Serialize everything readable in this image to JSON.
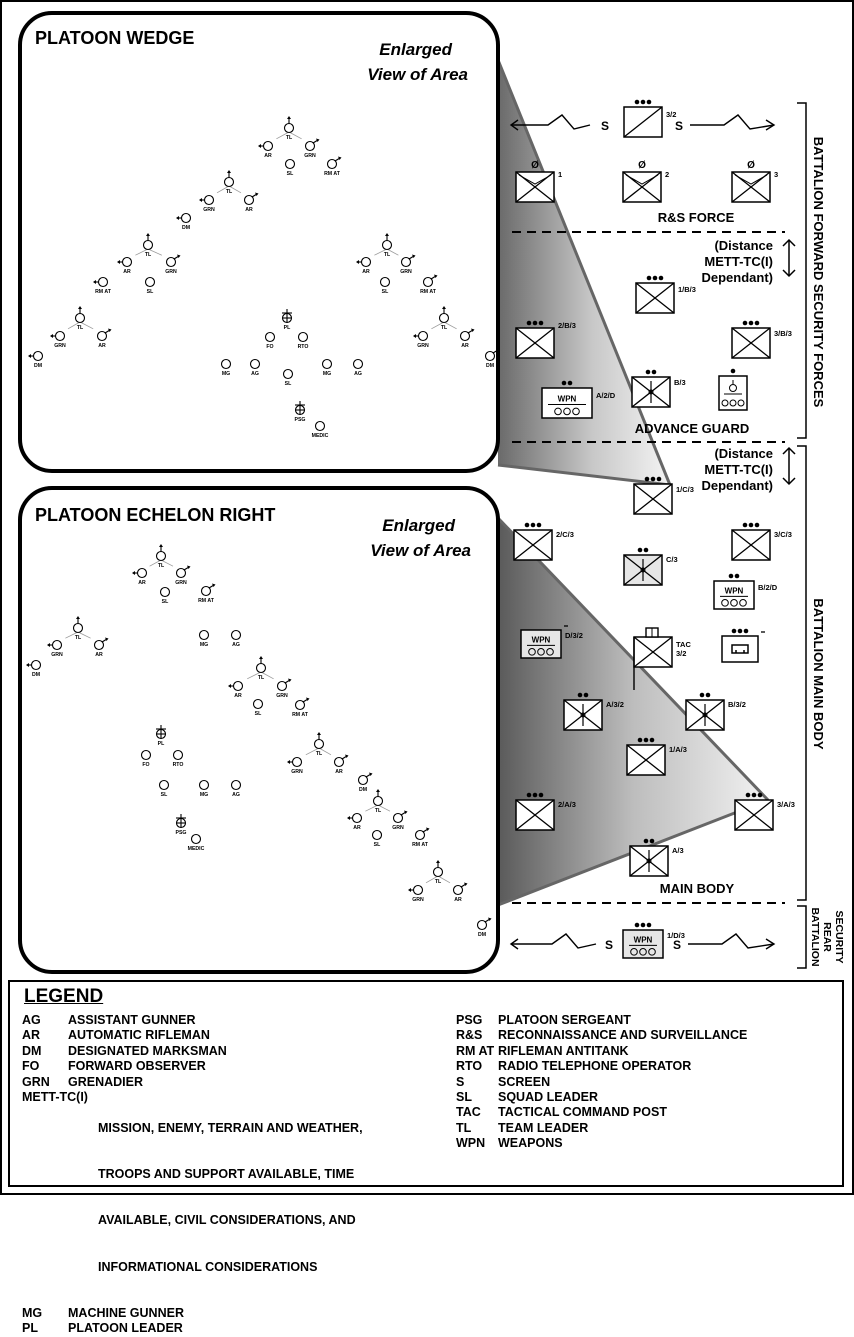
{
  "wedge_panel": {
    "title": "PLATOON WEDGE",
    "enlarged_line1": "Enlarged",
    "enlarged_line2": "View of Area",
    "soldiers": {
      "tl": "TL",
      "grn": "GRN",
      "ar": "AR",
      "sl": "SL",
      "rmat": "RM AT",
      "dm": "DM",
      "pl": "PL",
      "fo": "FO",
      "rto": "RTO",
      "mg": "MG",
      "ag": "AG",
      "psg": "PSG",
      "medic": "MEDIC"
    }
  },
  "echelon_panel": {
    "title": "PLATOON ECHELON RIGHT",
    "enlarged_line1": "Enlarged",
    "enlarged_line2": "View of Area"
  },
  "units": {
    "top_screen": "3/2",
    "screen_s": "S",
    "rs1": "1",
    "rs2": "2",
    "rs3": "3",
    "rs_force": "R&S FORCE",
    "b1": "1/B/3",
    "b2": "2/B/3",
    "b3": "3/B/3",
    "a2d": "A/2/D",
    "b_co": "B/3",
    "wpn": "WPN",
    "null_echelon": "Ø",
    "advance_guard": "ADVANCE GUARD",
    "c1": "1/C/3",
    "c2": "2/C/3",
    "c_co": "C/3",
    "c3": "3/C/3",
    "b2d": "B/2/D",
    "d32": "D/3/2",
    "tac": "TAC",
    "tac_sub": "3/2",
    "a32": "A/3/2",
    "b32": "B/3/2",
    "a1": "1/A/3",
    "a2": "2/A/3",
    "a3": "3/A/3",
    "a_co": "A/3",
    "main_body": "MAIN BODY",
    "rear_unit": "1/D/3"
  },
  "distance_note": {
    "line1": "(Distance",
    "line2": "METT-TC(I)",
    "line3": "Dependant)"
  },
  "side_labels": {
    "forward": "BATTALION FORWARD SECURITY FORCES",
    "main": "BATTALION MAIN BODY",
    "rear1": "BATTALION",
    "rear2": "REAR",
    "rear3": "SECURITY"
  },
  "legend": {
    "title": "LEGEND",
    "left": [
      {
        "abbr": "AG",
        "def": "ASSISTANT GUNNER"
      },
      {
        "abbr": "AR",
        "def": "AUTOMATIC RIFLEMAN"
      },
      {
        "abbr": "DM",
        "def": "DESIGNATED MARKSMAN"
      },
      {
        "abbr": "FO",
        "def": "FORWARD OBSERVER"
      },
      {
        "abbr": "GRN",
        "def": "GRENADIER"
      }
    ],
    "mett": {
      "abbr": "METT-TC(I)",
      "lines": [
        "MISSION, ENEMY, TERRAIN AND WEATHER,",
        "TROOPS AND SUPPORT AVAILABLE, TIME",
        "AVAILABLE, CIVIL CONSIDERATIONS, AND",
        "INFORMATIONAL CONSIDERATIONS"
      ]
    },
    "left_tail": [
      {
        "abbr": "MG",
        "def": "MACHINE GUNNER"
      },
      {
        "abbr": "PL",
        "def": "PLATOON LEADER"
      }
    ],
    "right": [
      {
        "abbr": "PSG",
        "def": "PLATOON SERGEANT"
      },
      {
        "abbr": "R&S",
        "def": "RECONNAISSANCE AND SURVEILLANCE"
      },
      {
        "abbr": "RM AT",
        "def": "RIFLEMAN ANTITANK"
      },
      {
        "abbr": "RTO",
        "def": "RADIO TELEPHONE OPERATOR"
      },
      {
        "abbr": "S",
        "def": "SCREEN"
      },
      {
        "abbr": "SL",
        "def": "SQUAD LEADER"
      },
      {
        "abbr": "TAC",
        "def": "TACTICAL COMMAND POST"
      },
      {
        "abbr": "TL",
        "def": "TEAM LEADER"
      },
      {
        "abbr": "WPN",
        "def": "WEAPONS"
      }
    ]
  }
}
